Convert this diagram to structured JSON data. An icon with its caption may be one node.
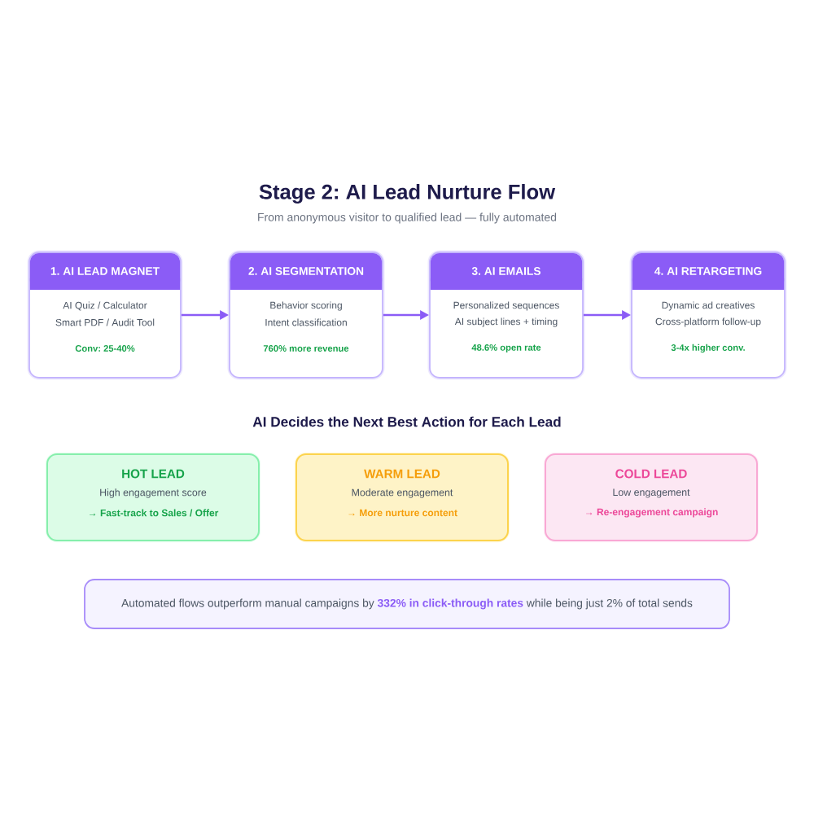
{
  "diagram": {
    "title": "Stage 2: AI Lead Nurture Flow",
    "nodes": [
      {
        "text": [
          "1. AI LEAD MAGNET",
          "AI Quiz / Calculator",
          "Smart PDF / Audit Tool",
          "Conv: 25-40%"
        ]
      },
      {
        "text": [
          "2. AI SEGMENTATION",
          "Behavior scoring",
          "Intent classification",
          "760% more revenue"
        ]
      },
      {
        "text": [
          "3. AI EMAILS",
          "Personalized sequences",
          "AI subject lines + timing",
          "48.6% open rate"
        ]
      },
      {
        "text": [
          "4. AI RETARGETING",
          "Dynamic ad creatives",
          "Cross-platform follow-up",
          "3-4x higher conv."
        ]
      },
      {
        "text": [
          "HOT LEAD",
          "High engagement score",
          "→ Fast-track to Sales / Offer"
        ]
      },
      {
        "text": [
          "WARM LEAD",
          "Moderate engagement",
          "→ More nurture content"
        ]
      },
      {
        "text": [
          "COLD LEAD",
          "Low engagement",
          "→ Re-engagement campaign"
        ]
      },
      {
        "text": [
          "Automated flows outperform manual campaigns by **332% in click-through rates** while being just 2% of total sends"
        ]
      }
    ],
    "edges": [
      {
        "from": 0,
        "to": 1,
        "arrow": "to"
      },
      {
        "from": 1,
        "to": 2,
        "arrow": "to"
      },
      {
        "from": 2,
        "to": 3,
        "arrow": "to"
      }
    ],
    "labels": [
      "From anonymous visitor to qualified lead — fully automated",
      "AI Decides the Next Best Action for Each Lead"
    ]
  }
}
